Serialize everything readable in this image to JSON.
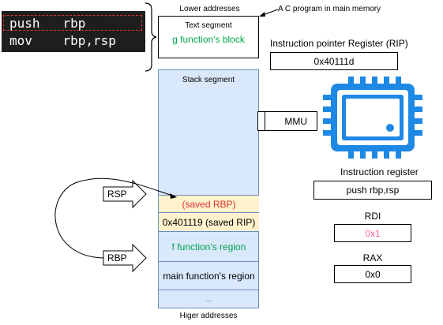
{
  "code": {
    "lines": [
      {
        "op": "push",
        "arg": "rbp"
      },
      {
        "op": "mov",
        "arg": "rbp,rsp"
      }
    ]
  },
  "memory": {
    "lower_addresses": "Lower addresses",
    "higher_addresses": "Higer addresses",
    "c_program_label": "A C program in main memory",
    "text_segment": {
      "title": "Text segment",
      "content": "g function's block"
    },
    "stack_segment": {
      "title": "Stack segment"
    },
    "stack_cells": [
      {
        "label": "(saved RBP)",
        "color": "#e03030",
        "bg": "#fff2cc"
      },
      {
        "label": "0x401119 (saved RIP)",
        "color": "#000000",
        "bg": "#fff2cc"
      },
      {
        "label": "f function's region",
        "color": "#00a550",
        "bg": "#dae8fc"
      },
      {
        "label": "main function's region",
        "color": "#000000",
        "bg": "#dae8fc"
      },
      {
        "label": "...",
        "color": "#555555",
        "bg": "#dae8fc"
      }
    ]
  },
  "pointers": {
    "rsp": "RSP",
    "rbp": "RBP"
  },
  "cpu": {
    "mmu_label": "MMU",
    "rip": {
      "title": "Instruction pointer Register (RIP)",
      "value": "0x40111d"
    },
    "ir": {
      "title": "Instruction register",
      "value": "push  rbp,rsp"
    },
    "rdi": {
      "title": "RDI",
      "value": "0x1",
      "value_color": "#ff6699"
    },
    "rax": {
      "title": "RAX",
      "value": "0x0"
    }
  },
  "colors": {
    "chip": "#1e88e5",
    "stack_bg": "#dae8fc",
    "stack_border": "#6c8ebf",
    "green": "#00a550"
  }
}
